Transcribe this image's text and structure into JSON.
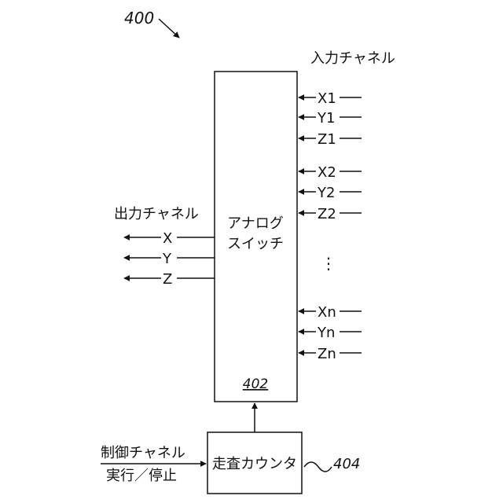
{
  "figure_ref": "400",
  "input_header": "入力チャネル",
  "output_header": "出力チャネル",
  "switch": {
    "line1": "アナログ",
    "line2": "スイッチ",
    "ref": "402"
  },
  "counter": {
    "label": "走査カウンタ",
    "ref": "404"
  },
  "control": {
    "line1": "制御チャネル",
    "line2": "実行／停止"
  },
  "inputs": [
    "X1",
    "Y1",
    "Z1",
    "X2",
    "Y2",
    "Z2",
    "Xn",
    "Yn",
    "Zn"
  ],
  "outputs": [
    "X",
    "Y",
    "Z"
  ],
  "ellipsis": "⋮"
}
